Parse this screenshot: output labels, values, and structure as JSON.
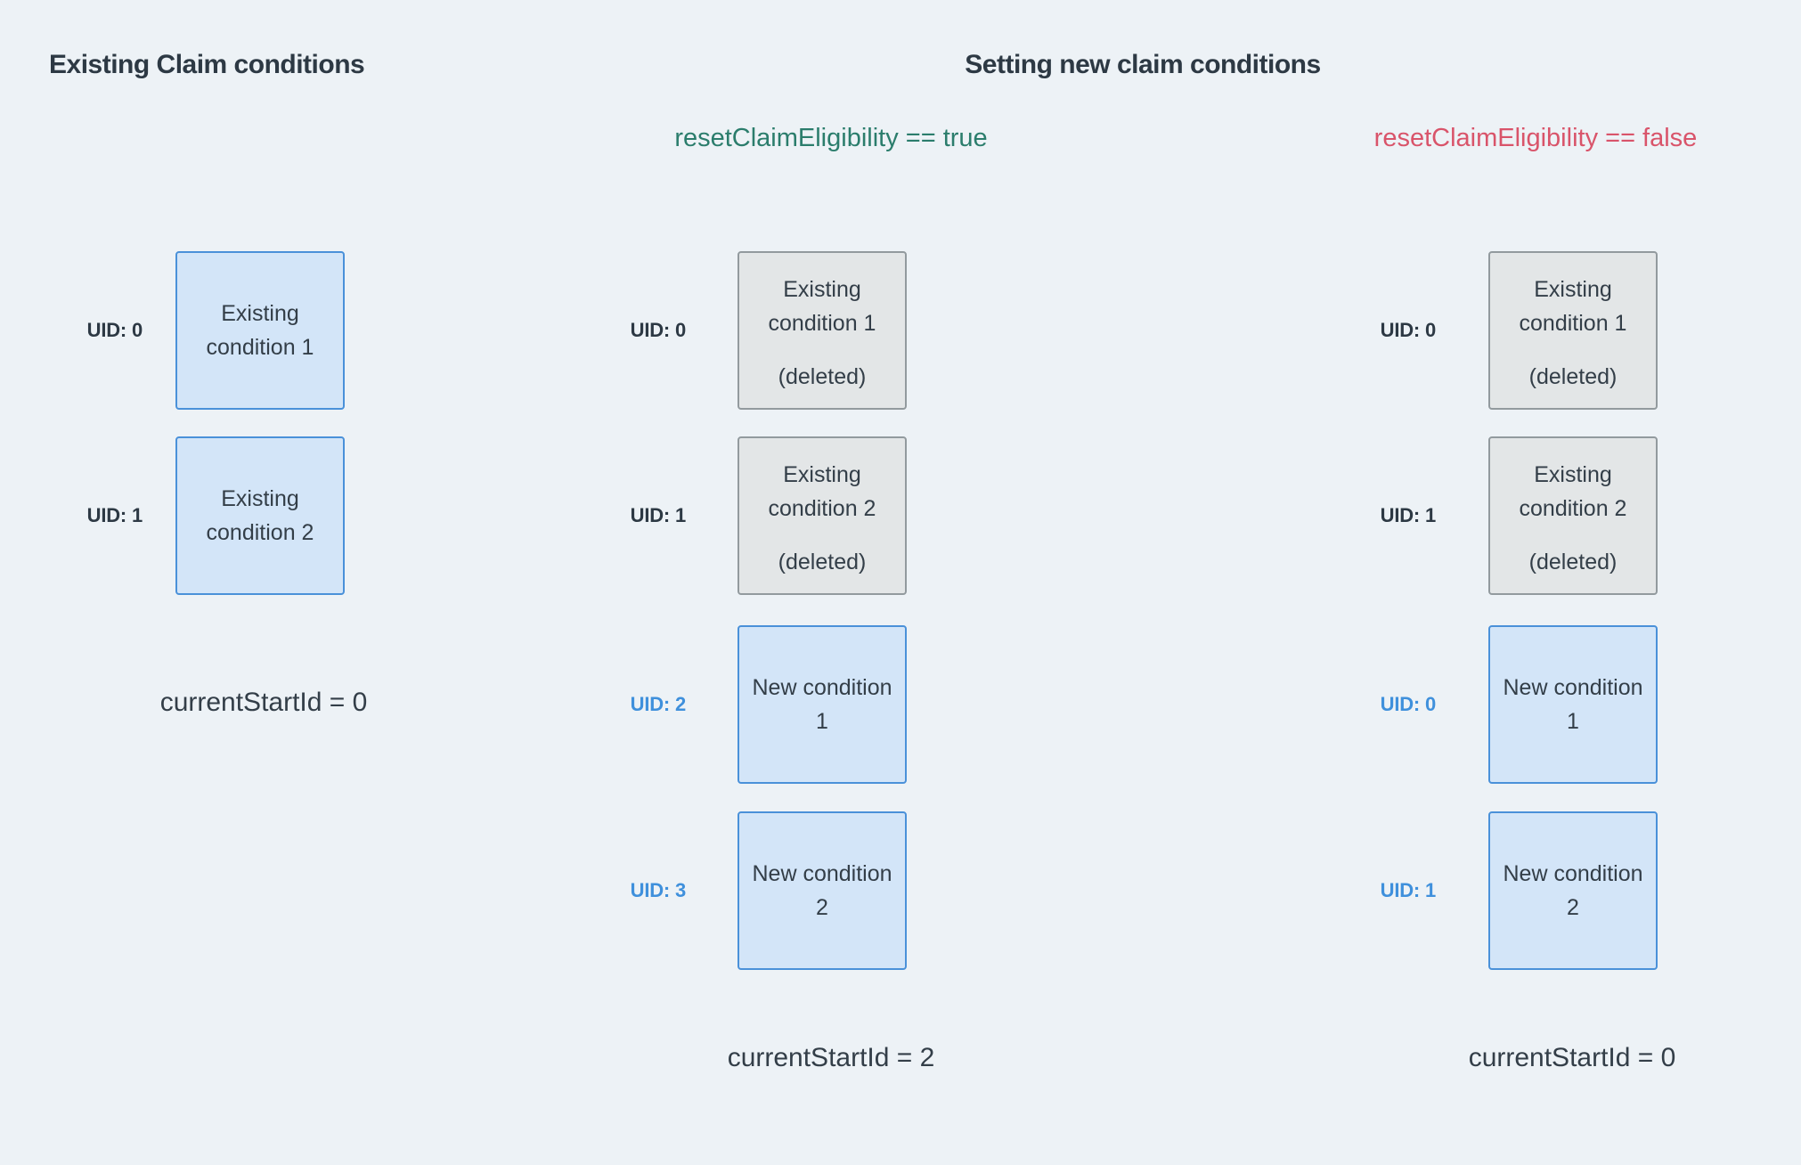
{
  "titles": {
    "left": "Existing Claim conditions",
    "right": "Setting new claim conditions"
  },
  "branches": {
    "true_label": "resetClaimEligibility == true",
    "false_label": "resetClaimEligibility == false"
  },
  "columns": [
    {
      "name": "existing-claim-conditions",
      "current_start_id": "currentStartId = 0",
      "rows": [
        {
          "uid": "UID: 0",
          "uid_style": "dark",
          "box_style": "blue",
          "line1": "Existing",
          "line2": "condition 1"
        },
        {
          "uid": "UID: 1",
          "uid_style": "dark",
          "box_style": "blue",
          "line1": "Existing",
          "line2": "condition 2"
        }
      ]
    },
    {
      "name": "reset-claim-eligibility-true",
      "current_start_id": "currentStartId = 2",
      "rows": [
        {
          "uid": "UID: 0",
          "uid_style": "dark",
          "box_style": "gray",
          "line1": "Existing",
          "line2": "condition 1",
          "deleted": "(deleted)"
        },
        {
          "uid": "UID: 1",
          "uid_style": "dark",
          "box_style": "gray",
          "line1": "Existing",
          "line2": "condition 2",
          "deleted": "(deleted)"
        },
        {
          "uid": "UID: 2",
          "uid_style": "blue",
          "box_style": "blue",
          "line1": "New condition",
          "line2": "1"
        },
        {
          "uid": "UID: 3",
          "uid_style": "blue",
          "box_style": "blue",
          "line1": "New condition",
          "line2": "2"
        }
      ]
    },
    {
      "name": "reset-claim-eligibility-false",
      "current_start_id": "currentStartId = 0",
      "rows": [
        {
          "uid": "UID: 0",
          "uid_style": "dark",
          "box_style": "gray",
          "line1": "Existing",
          "line2": "condition 1",
          "deleted": "(deleted)"
        },
        {
          "uid": "UID: 1",
          "uid_style": "dark",
          "box_style": "gray",
          "line1": "Existing",
          "line2": "condition 2",
          "deleted": "(deleted)"
        },
        {
          "uid": "UID: 0",
          "uid_style": "blue",
          "box_style": "blue",
          "line1": "New condition",
          "line2": "1"
        },
        {
          "uid": "UID: 1",
          "uid_style": "blue",
          "box_style": "blue",
          "line1": "New condition",
          "line2": "2"
        }
      ]
    }
  ],
  "colors": {
    "background": "#edf2f6",
    "heading_text": "#2d3944",
    "body_text": "#333e48",
    "uid_text_dark": "#2d3944",
    "uid_text_blue": "#3f90dc",
    "branch_true_green": "#2b7d6c",
    "branch_false_red": "#d9546a",
    "blue_box_fill": "#d3e5f8",
    "blue_box_border": "#4a91d9",
    "gray_box_fill": "#e3e6e7",
    "gray_box_border": "#929a9e"
  }
}
